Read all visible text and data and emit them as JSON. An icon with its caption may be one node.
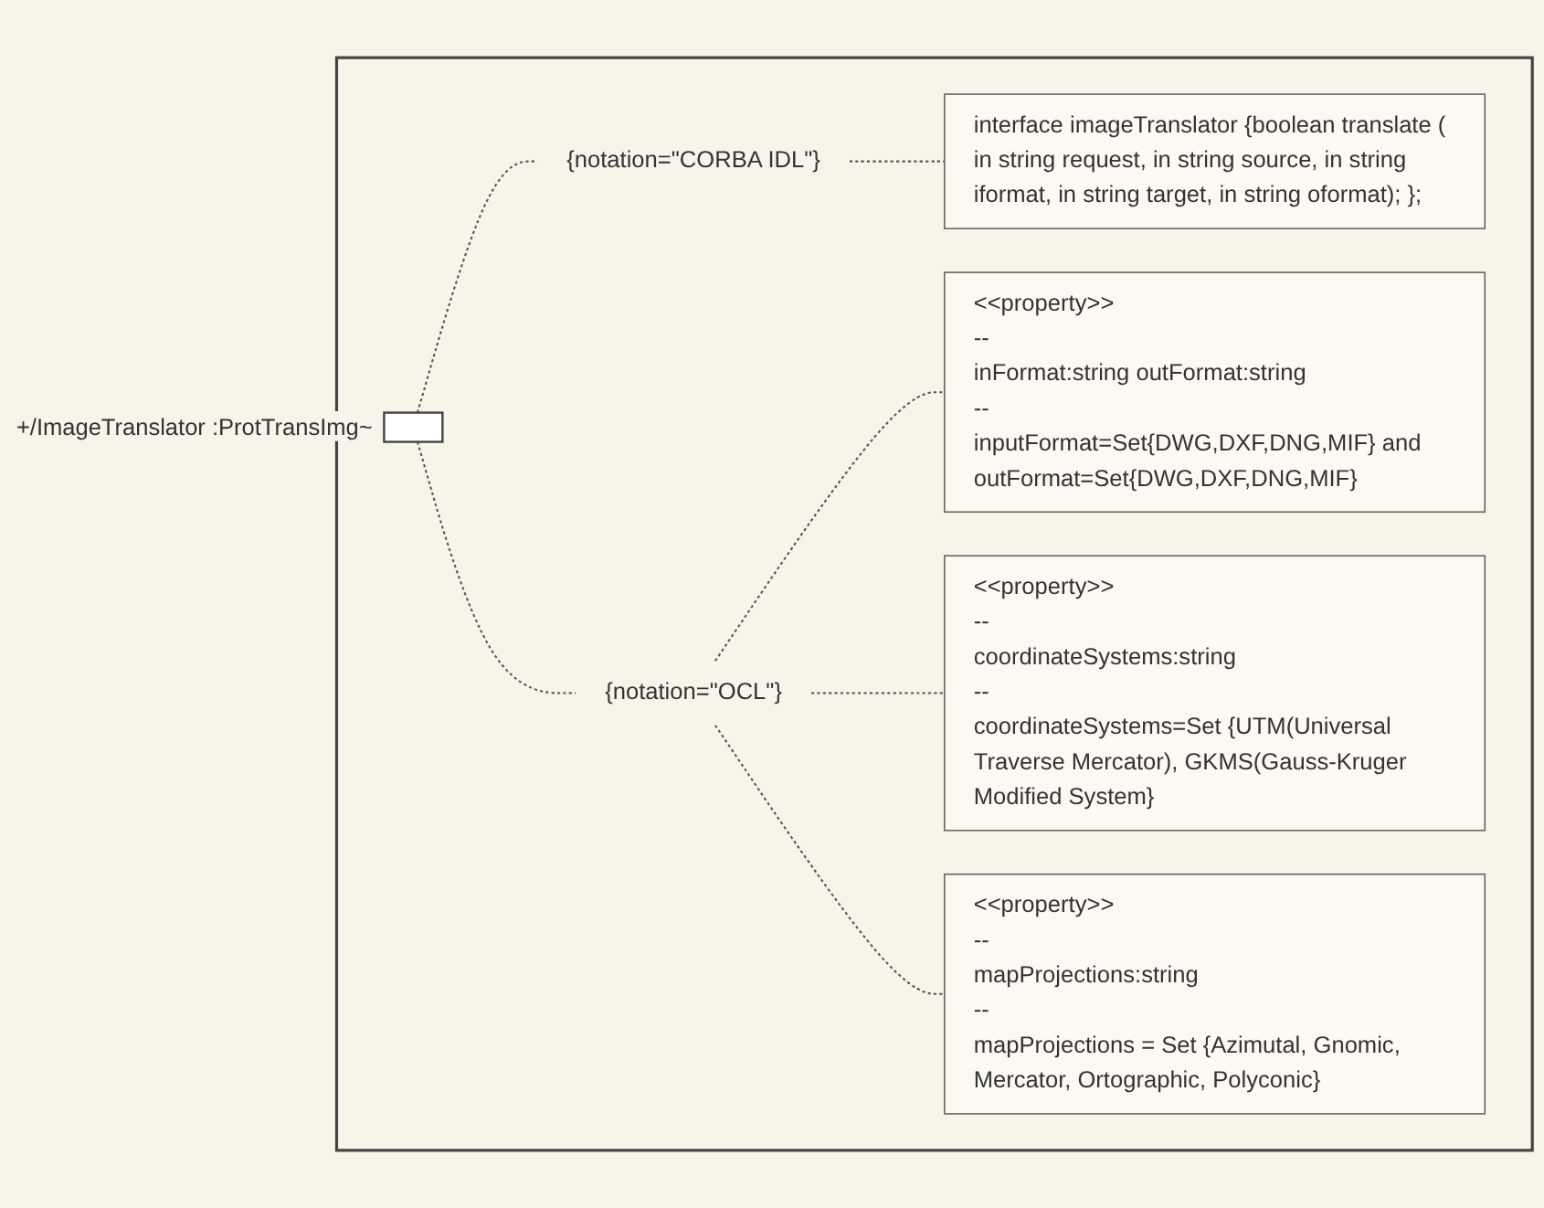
{
  "diagram": {
    "nodes": [
      {
        "text": [],
        "shape": "box"
      },
      {
        "text": [],
        "shape": "box",
        "in": 0,
        "beside": [
          "+/ImageTranslator :ProtTransImg~"
        ]
      },
      {
        "text": [
          "{notation=\"OCL\"}"
        ],
        "in": 0
      },
      {
        "text": [
          "{notation=\"CORBA IDL\"}"
        ],
        "in": 0
      },
      {
        "text": [
          "interface imageTranslator {boolean translate ( in string request, in string source, in string iformat, in string target, in string oformat); };"
        ],
        "in": 0
      },
      {
        "text": [
          "<<property>>",
          "--",
          "inFormat:string outFormat:string",
          "--",
          "inputFormat=Set{DWG,DXF,DNG,MIF} and outFormat=Set{DWG,DXF,DNG,MIF}"
        ],
        "in": 0
      },
      {
        "text": [
          "<<property>>",
          "--",
          "coordinateSystems:string",
          "--",
          "coordinateSystems=Set {UTM(Universal Traverse Mercator), GKMS(Gauss-Kruger Modified System}"
        ],
        "in": 0
      },
      {
        "text": [
          "<<property>>",
          "--",
          "mapProjections:string",
          "--",
          "mapProjections = Set {Azimutal, Gnomic, Mercator, Ortographic, Polyconic}"
        ],
        "in": 0
      }
    ],
    "edges": [
      {
        "from": 1,
        "to": 2,
        "arrow": "none",
        "style": "dashed"
      },
      {
        "from": 1,
        "to": 3,
        "arrow": "none",
        "style": "dashed"
      },
      {
        "from": 3,
        "to": 4,
        "arrow": "none",
        "style": "dashed"
      },
      {
        "from": 2,
        "to": 5,
        "arrow": "none",
        "style": "dashed"
      },
      {
        "from": 2,
        "to": 6,
        "arrow": "none",
        "style": "dashed"
      },
      {
        "from": 2,
        "to": 7,
        "arrow": "none",
        "style": "dashed"
      }
    ]
  }
}
